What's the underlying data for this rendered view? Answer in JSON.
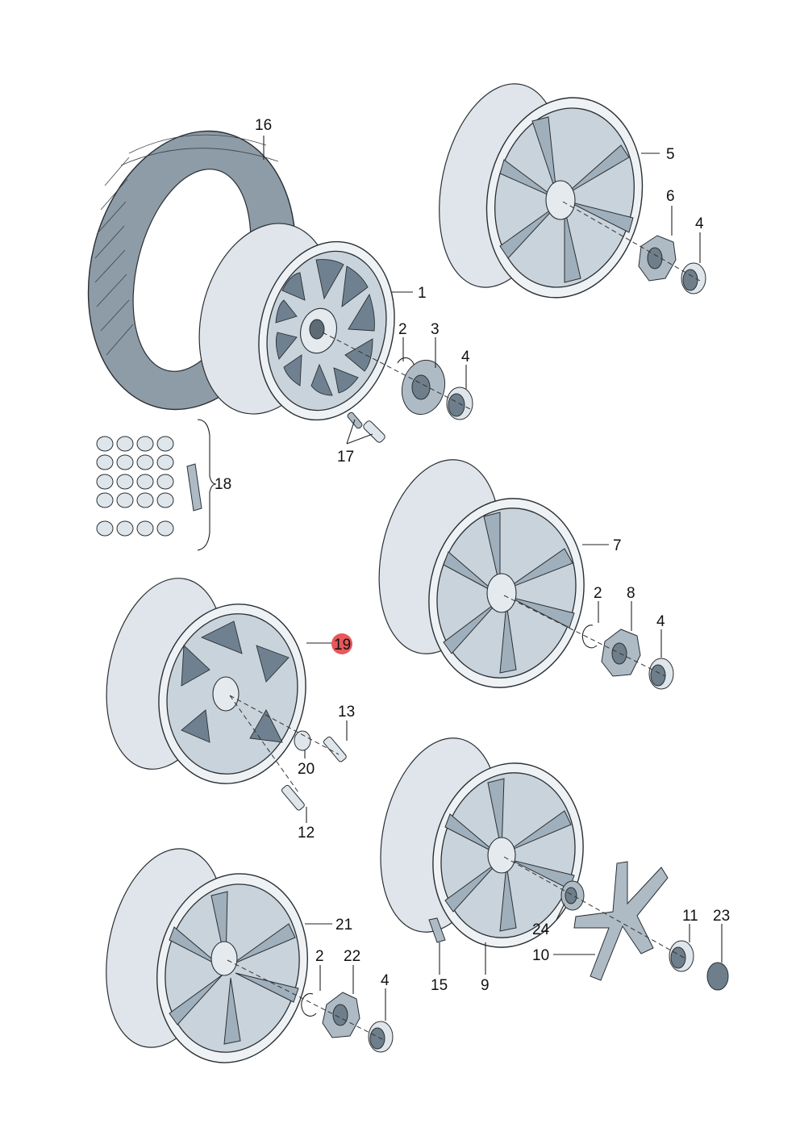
{
  "diagram": {
    "callouts": [
      {
        "id": "16",
        "label": "16"
      },
      {
        "id": "1",
        "label": "1"
      },
      {
        "id": "2a",
        "label": "2"
      },
      {
        "id": "3",
        "label": "3"
      },
      {
        "id": "4a",
        "label": "4"
      },
      {
        "id": "17",
        "label": "17"
      },
      {
        "id": "18",
        "label": "18"
      },
      {
        "id": "5",
        "label": "5"
      },
      {
        "id": "6",
        "label": "6"
      },
      {
        "id": "4b",
        "label": "4"
      },
      {
        "id": "7",
        "label": "7"
      },
      {
        "id": "2b",
        "label": "2"
      },
      {
        "id": "8",
        "label": "8"
      },
      {
        "id": "4c",
        "label": "4"
      },
      {
        "id": "19",
        "label": "19"
      },
      {
        "id": "13",
        "label": "13"
      },
      {
        "id": "20",
        "label": "20"
      },
      {
        "id": "12",
        "label": "12"
      },
      {
        "id": "21",
        "label": "21"
      },
      {
        "id": "2c",
        "label": "2"
      },
      {
        "id": "22",
        "label": "22"
      },
      {
        "id": "4d",
        "label": "4"
      },
      {
        "id": "24",
        "label": "24"
      },
      {
        "id": "11",
        "label": "11"
      },
      {
        "id": "23",
        "label": "23"
      },
      {
        "id": "10",
        "label": "10"
      },
      {
        "id": "15",
        "label": "15"
      },
      {
        "id": "9",
        "label": "9"
      }
    ],
    "colors": {
      "highlight": "#e8575a",
      "metal": "#c9d3db",
      "outline": "#2a2f33"
    }
  }
}
